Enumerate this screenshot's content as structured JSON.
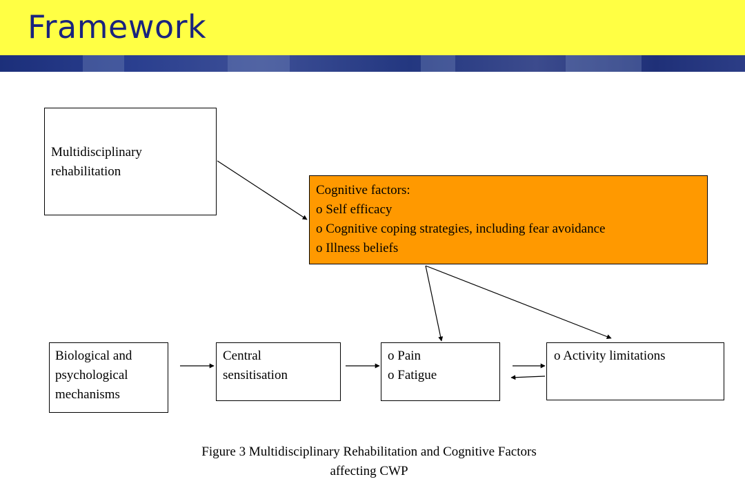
{
  "slide": {
    "title": "Framework",
    "colors": {
      "title_bar": "#ffff44",
      "title_text": "#1a237e",
      "highlight_box": "#ff9900"
    }
  },
  "diagram": {
    "rehab_box": {
      "lines": [
        "Multidisciplinary",
        "rehabilitation"
      ]
    },
    "cognitive_box": {
      "lines": [
        "Cognitive factors:",
        "o Self efficacy",
        "o Cognitive coping strategies, including fear avoidance",
        "o Illness beliefs"
      ]
    },
    "bio_box": {
      "lines": [
        "Biological and",
        "psychological",
        "mechanisms"
      ]
    },
    "central_box": {
      "lines": [
        "Central",
        "sensitisation"
      ]
    },
    "pain_box": {
      "lines": [
        "o Pain",
        "o Fatigue"
      ]
    },
    "activity_box": {
      "lines": [
        "o Activity limitations"
      ]
    }
  },
  "caption": {
    "line1": "Figure 3 Multidisciplinary Rehabilitation and Cognitive Factors",
    "line2": "affecting CWP"
  }
}
